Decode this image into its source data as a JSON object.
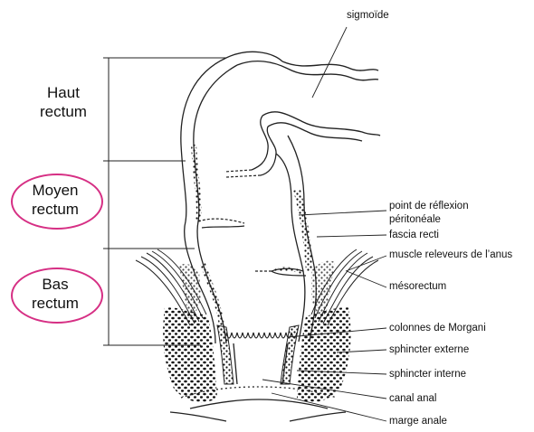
{
  "regions": {
    "haut": {
      "line1": "Haut",
      "line2": "rectum"
    },
    "moyen": {
      "line1": "Moyen",
      "line2": "rectum"
    },
    "bas": {
      "line1": "Bas",
      "line2": "rectum"
    }
  },
  "labels": {
    "sigmoide": "sigmoïde",
    "point_reflexion_1": "point de réflexion",
    "point_reflexion_2": "péritonéale",
    "fascia_recti": "fascia recti",
    "muscle_releveurs": "muscle releveurs de l’anus",
    "mesorectum": "mésorectum",
    "colonnes_morgani": "colonnes de Morgani",
    "sphincter_externe": "sphincter externe",
    "sphincter_interne": "sphincter interne",
    "canal_anal": "canal anal",
    "marge_anale": "marge anale"
  },
  "colors": {
    "highlight_ellipse": "#d62f84",
    "line": "#222222",
    "muscle_dark": "#111111"
  },
  "icons": [
    "rectum-anatomy-drawing"
  ]
}
